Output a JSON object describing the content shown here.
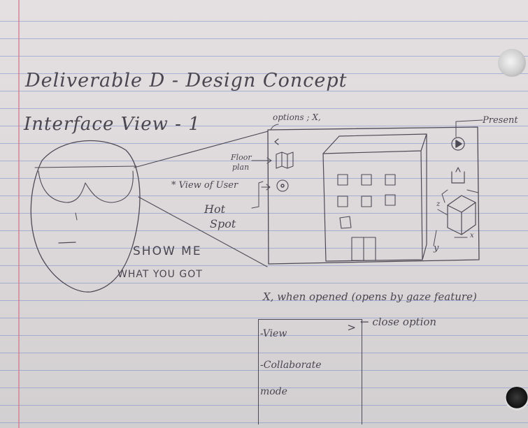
{
  "heading": {
    "title": "Deliverable D - Design Concept",
    "subtitle": "Interface View - 1"
  },
  "face_caption": {
    "line1": "SHOW ME",
    "line2": "WHAT YOU GOT"
  },
  "screen_labels": {
    "options": "options ; X,",
    "present": "Present",
    "floor_plan_line1": "Floor",
    "floor_plan_line2": "plan",
    "view_of_user": "* View of User",
    "hot_spot_line1": "Hot",
    "hot_spot_line2": "Spot",
    "axis_z": "z",
    "axis_y": "y",
    "axis_x": "x"
  },
  "menu_note": {
    "caption": "X, when opened (opens by gaze feature)",
    "close_option": "← close option",
    "items": [
      "-View",
      "-Collaborate",
      "mode"
    ]
  }
}
